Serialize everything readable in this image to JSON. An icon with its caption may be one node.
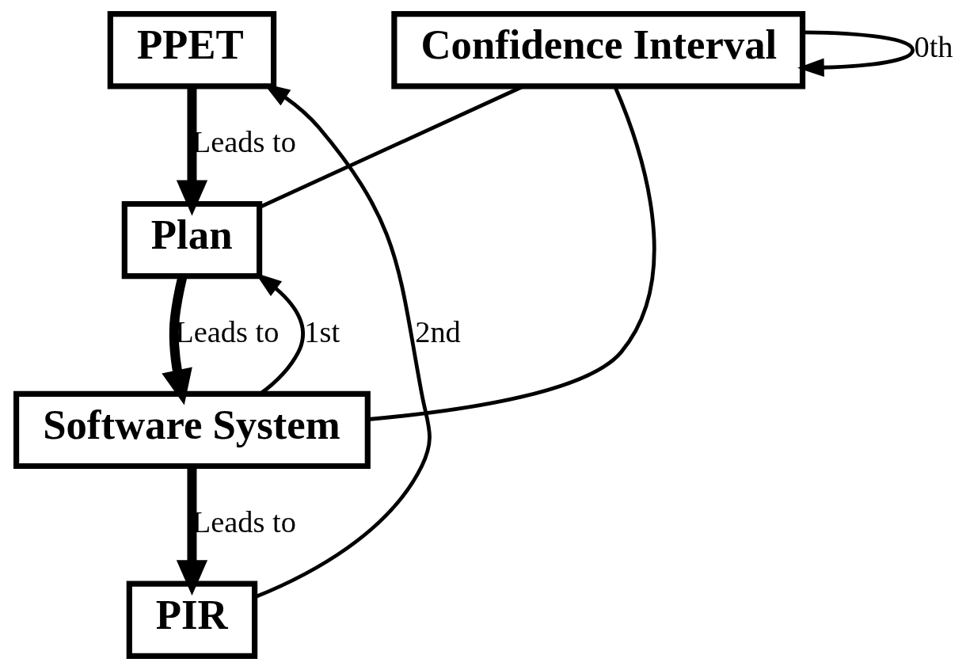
{
  "diagram": {
    "nodes": [
      {
        "text": [
          "PPET"
        ]
      },
      {
        "text": [
          "Plan"
        ]
      },
      {
        "text": [
          "Confidence Interval"
        ]
      },
      {
        "text": [
          "Software System"
        ]
      },
      {
        "text": [
          "PIR"
        ]
      }
    ],
    "edges": [
      {
        "from": 0,
        "to": 1,
        "arrow": "to",
        "label": "Leads to",
        "style": "thick"
      },
      {
        "from": 1,
        "to": 3,
        "arrow": "to",
        "label": "Leads to",
        "style": "thick"
      },
      {
        "from": 3,
        "to": 4,
        "arrow": "to",
        "label": "Leads to",
        "style": "thick"
      },
      {
        "from": 1,
        "to": 2,
        "arrow": "none"
      },
      {
        "from": 3,
        "to": 2,
        "arrow": "none"
      },
      {
        "from": 2,
        "to": 2,
        "arrow": "to",
        "label": "0th"
      },
      {
        "from": 3,
        "to": 1,
        "arrow": "to",
        "label": "1st"
      },
      {
        "from": 4,
        "to": 0,
        "arrow": "to",
        "label": "2nd"
      }
    ]
  }
}
